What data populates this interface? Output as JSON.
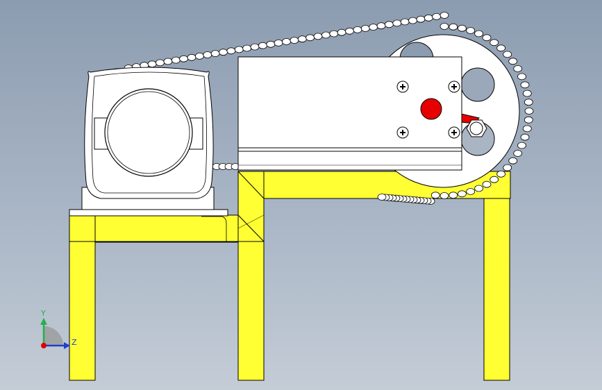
{
  "view": {
    "background_top": "#8c9cb0",
    "background_bottom": "#c4ccd6"
  },
  "colors": {
    "frame": "#ffff33",
    "outline": "#000000",
    "part": "#ffffff",
    "button": "#e60000",
    "axis_y": "#22b14c",
    "axis_z": "#1f3fcf",
    "axis_x": "#e00000"
  },
  "triad": {
    "y_label": "Y",
    "z_label": "Z",
    "icon": "coordinate-triad-icon"
  },
  "parts": {
    "motor": "motor-housing",
    "gearbox": "gearbox-block",
    "sprocket": "large-sprocket",
    "chain": "roller-chain",
    "frame": "support-frame"
  }
}
